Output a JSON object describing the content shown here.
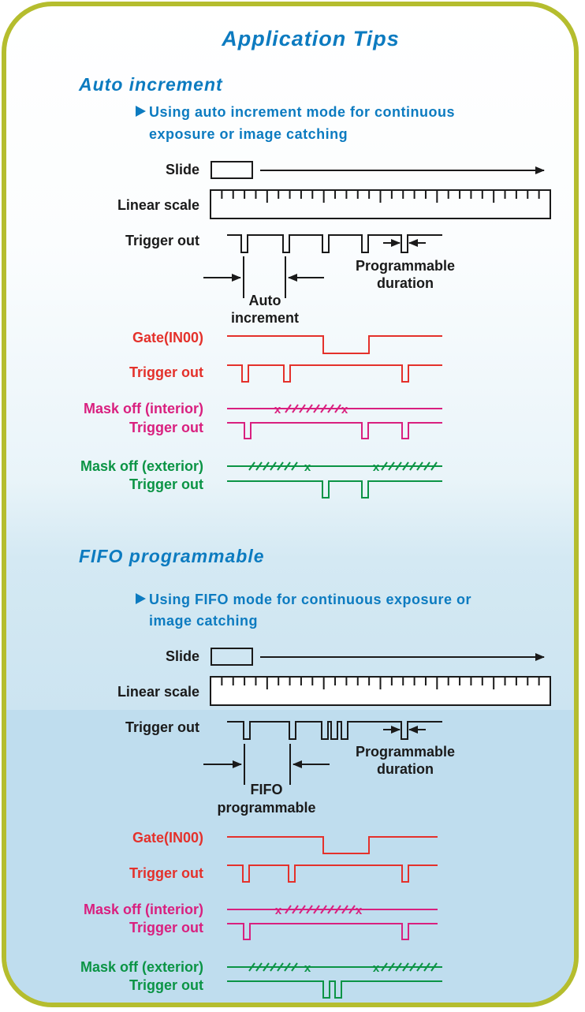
{
  "title": "Application Tips",
  "colors": {
    "accent_blue": "#0c7bc0",
    "frame": "#b5bd2e",
    "gate_red": "#e4312b",
    "mask_interior_magenta": "#d9207f",
    "mask_exterior_green": "#0b9445"
  },
  "sections": [
    {
      "heading": "Auto increment",
      "bullet_line1": "Using auto increment mode for continuous",
      "bullet_line2": "exposure or image catching",
      "labels": {
        "slide": "Slide",
        "linear_scale": "Linear scale",
        "trigger_out": "Trigger out",
        "gate": "Gate(IN00)",
        "gate_trigger": "Trigger out",
        "mask_interior": "Mask off (interior)",
        "mask_interior_trigger": "Trigger out",
        "mask_exterior": "Mask off (exterior)",
        "mask_exterior_trigger": "Trigger out"
      },
      "annotations": {
        "programmable_line1": "Programmable",
        "programmable_line2": "duration",
        "interval_line1": "Auto",
        "interval_line2": "increment"
      }
    },
    {
      "heading": "FIFO programmable",
      "bullet_line1": "Using FIFO mode for continuous exposure or",
      "bullet_line2": "image catching",
      "labels": {
        "slide": "Slide",
        "linear_scale": "Linear scale",
        "trigger_out": "Trigger out",
        "gate": "Gate(IN00)",
        "gate_trigger": "Trigger out",
        "mask_interior": "Mask off (interior)",
        "mask_interior_trigger": "Trigger out",
        "mask_exterior": "Mask off (exterior)",
        "mask_exterior_trigger": "Trigger out"
      },
      "annotations": {
        "programmable_line1": "Programmable",
        "programmable_line2": "duration",
        "interval_line1": "FIFO",
        "interval_line2": "programmable"
      }
    }
  ]
}
